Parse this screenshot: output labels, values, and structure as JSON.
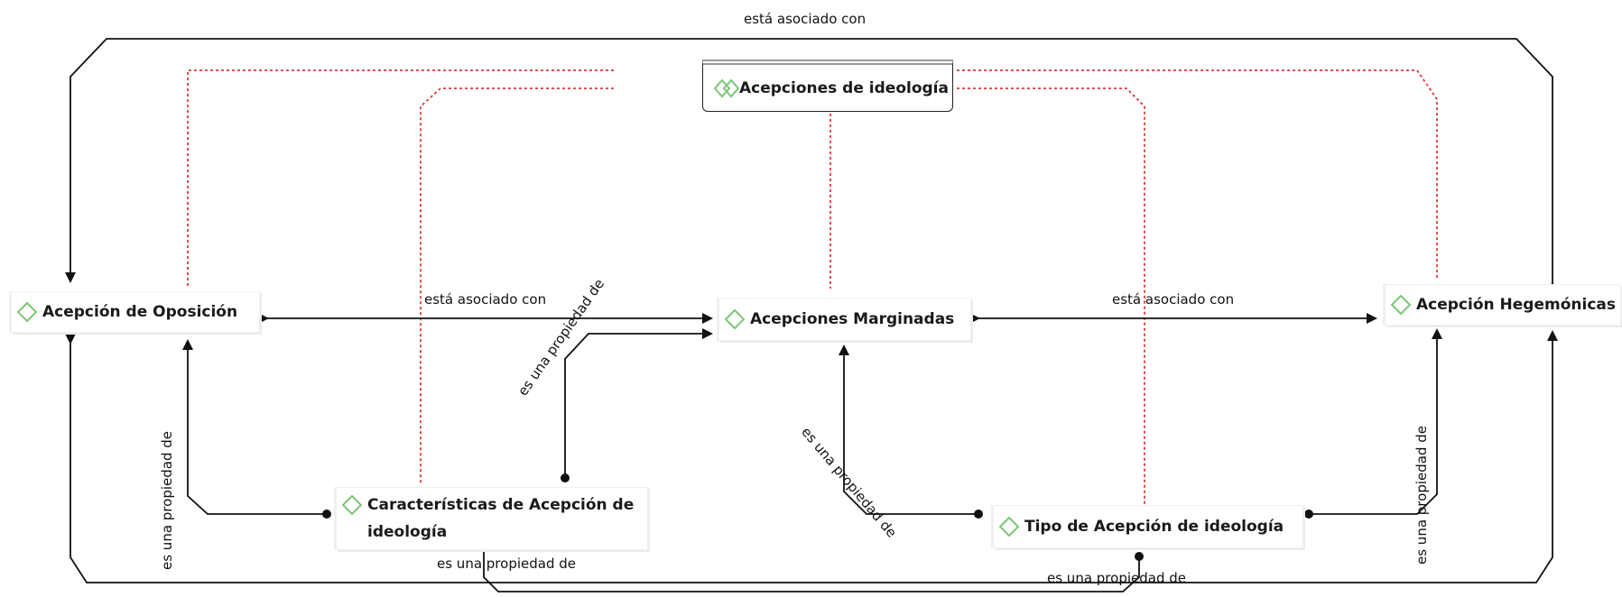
{
  "nodes": {
    "root": "Acepciones de ideología",
    "oposicion": "Acepción de Oposición",
    "marginadas": "Acepciones Marginadas",
    "hegemonicas": "Acepción Hegemónicas",
    "caracteristicas": "Características de Acepción de ideología",
    "tipo": "Tipo de Acepción de ideología"
  },
  "edges": {
    "top_assoc": "está asociado con",
    "left_assoc": "está asociado con",
    "right_assoc": "está asociado con",
    "prop_diag_left": "es una propiedad de",
    "prop_vert_left": "es una propiedad de",
    "prop_bottom_left": "es una propiedad de",
    "prop_diag_right": "es una propiedad de",
    "prop_vert_right": "es una propiedad de",
    "prop_bottom_right": "es una propiedad de"
  },
  "colors": {
    "dotted": "#d83a3a",
    "line": "#1a1a1a",
    "icon": "#7cc576"
  },
  "icon_name": "diamond-concept-icon"
}
